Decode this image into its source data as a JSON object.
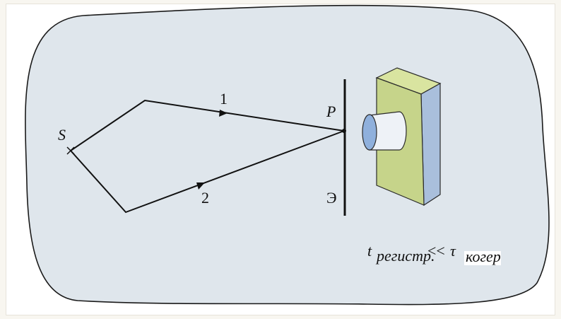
{
  "colors": {
    "page_background": "#f8f6f0",
    "blob_fill": "#dfe6ec",
    "blob_stroke": "#1a1a1a",
    "camera_front": "#c6d48a",
    "camera_side": "#a9bfdc",
    "camera_top": "#d9e4a0",
    "lens": "#8fb0dc"
  },
  "labels": {
    "source": "S",
    "ray_1": "1",
    "ray_2": "2",
    "point": "P",
    "screen": "Э"
  },
  "formula": {
    "t": "t",
    "t_sub": "регистр.",
    "op": "<<",
    "tau": "τ",
    "tau_sub": "когер"
  }
}
